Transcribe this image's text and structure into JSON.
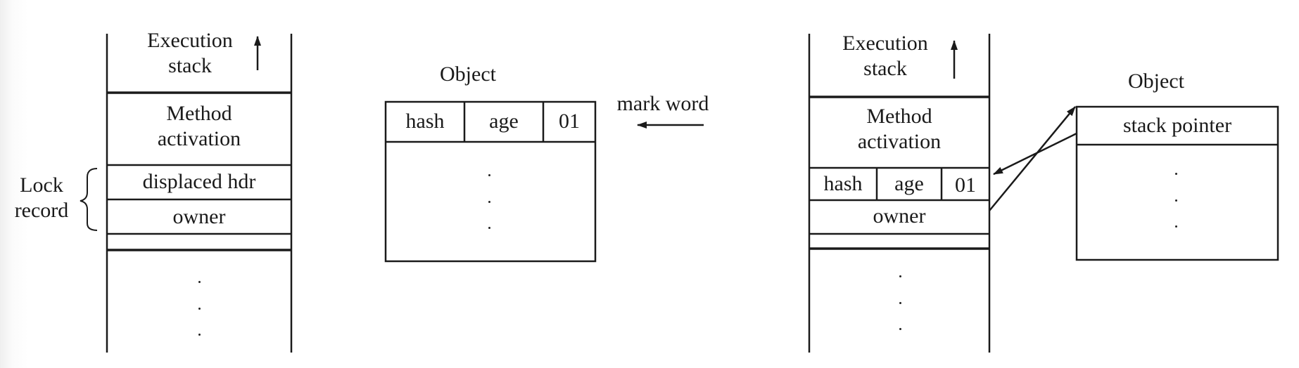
{
  "left": {
    "stack": {
      "top_label": "Execution\nstack",
      "method_activation": "Method\nactivation",
      "displaced_hdr": "displaced hdr",
      "owner": "owner"
    },
    "lock_record_label": "Lock\nrecord",
    "object": {
      "title": "Object",
      "fields": [
        "hash",
        "age",
        "01"
      ],
      "mark_word_label": "mark word"
    }
  },
  "right": {
    "stack": {
      "top_label": "Execution\nstack",
      "method_activation": "Method\nactivation",
      "fields": [
        "hash",
        "age",
        "01"
      ],
      "owner": "owner"
    },
    "object": {
      "title": "Object",
      "stack_pointer": "stack pointer"
    }
  },
  "style": {
    "line_color": "#1a1a1a",
    "background": "#ffffff"
  }
}
